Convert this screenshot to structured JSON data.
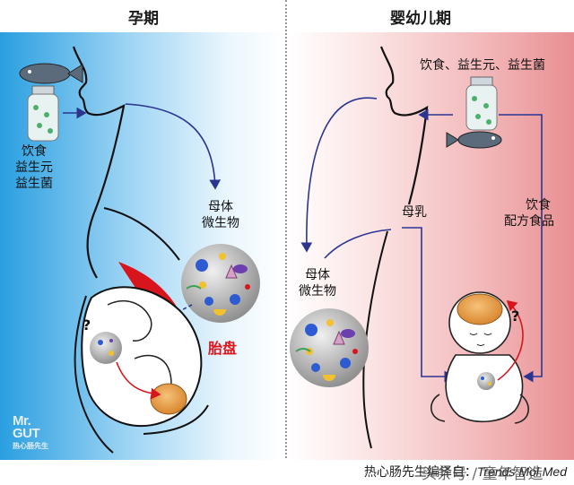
{
  "left_panel": {
    "title": "孕期",
    "diet_lines": [
      "饮食",
      "益生元",
      "益生菌"
    ],
    "maternal_microbes": [
      "母体",
      "微生物"
    ],
    "placenta": "胎盘",
    "question": "?"
  },
  "right_panel": {
    "title": "婴幼儿期",
    "diet_label": "饮食、益生元、益生菌",
    "breast_milk": "母乳",
    "maternal_microbes": [
      "母体",
      "微生物"
    ],
    "diet_formula": [
      "饮食",
      "配方食品"
    ],
    "question": "?"
  },
  "footer": {
    "credit_prefix": "热心肠先生编译自：",
    "credit_source": "Trends Mol Med",
    "watermark": "头条号 / 童年智造"
  },
  "logo": {
    "main": [
      "Mr.",
      "GUT"
    ],
    "sub": "热心肠先生"
  },
  "colors": {
    "arrow_blue": "#2b3590",
    "arrow_red": "#d8141c",
    "left_bg": "#2a9fe0",
    "right_bg": "#e88f92"
  }
}
